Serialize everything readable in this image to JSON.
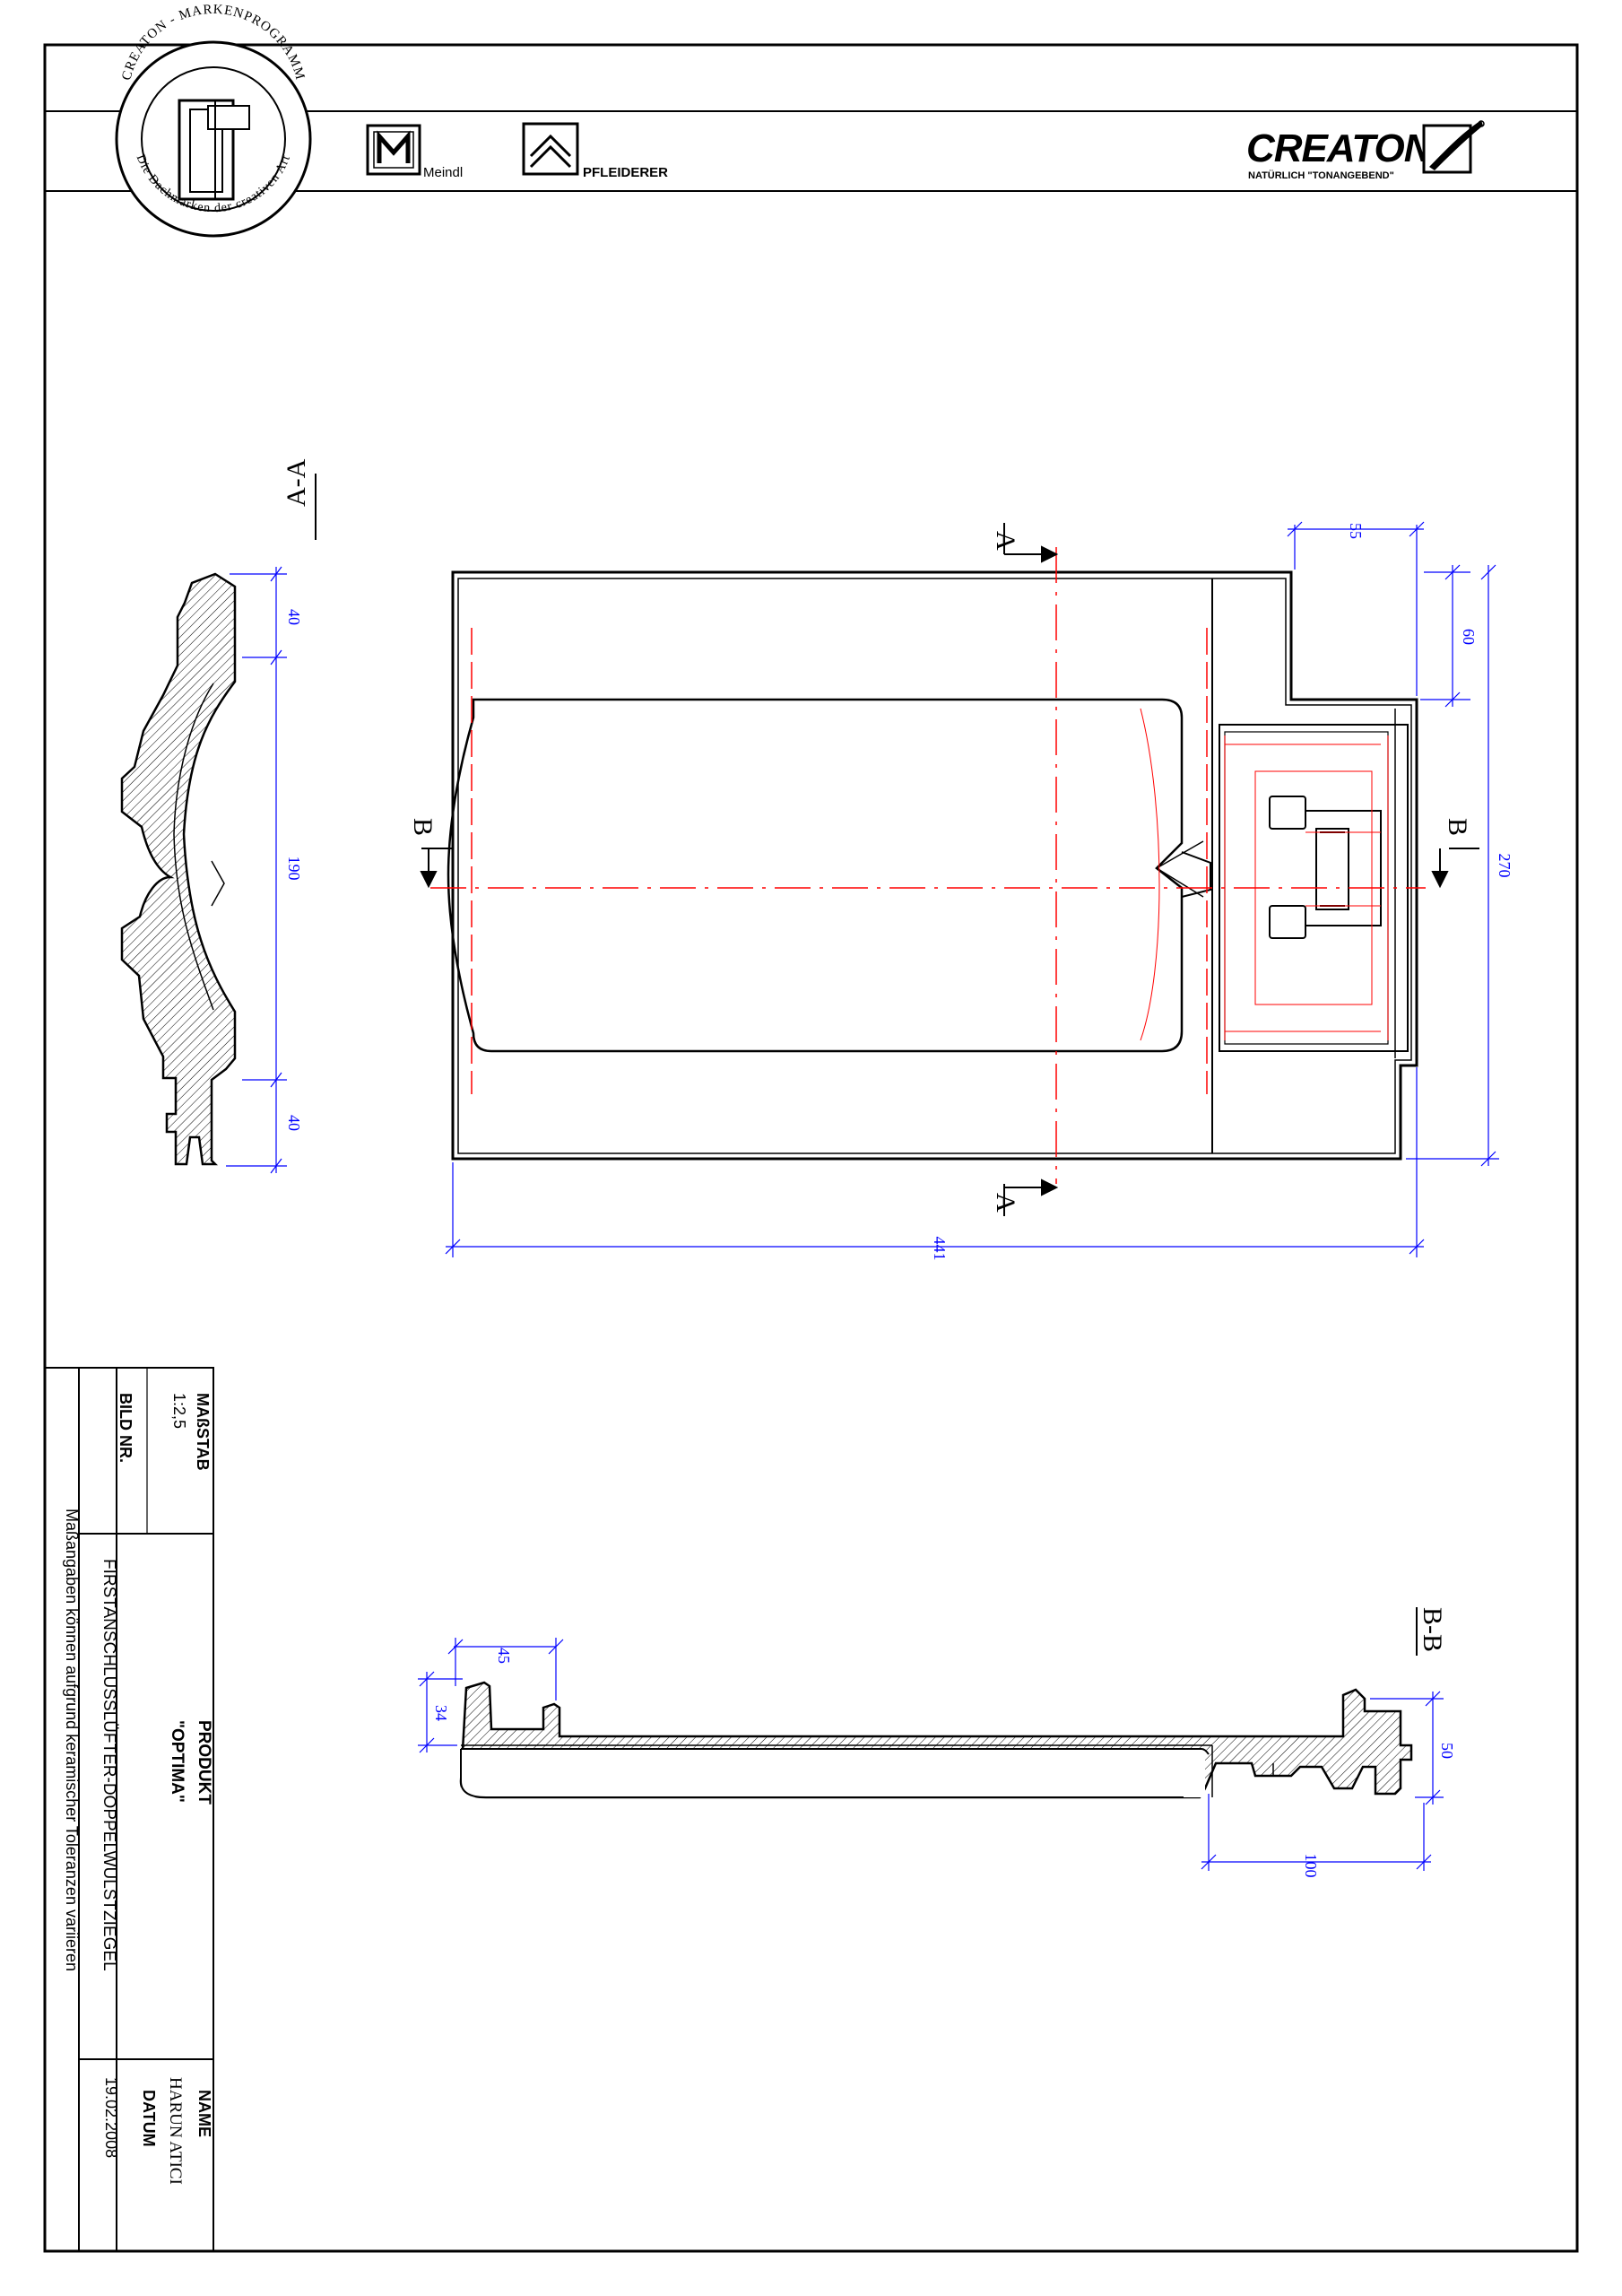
{
  "header": {
    "stamp_ring_top": "CREATON - MARKENPROGRAMM",
    "stamp_ring_bottom": "Die Dachmarken der creativen Art",
    "logo_meindl": "Meindl",
    "logo_pfleiderer": "PFLEIDERER",
    "brand": "CREATON",
    "brand_tagline": "NATÜRLICH \"TONANGEBEND\""
  },
  "sections": {
    "aa_title": "A-A",
    "bb_title": "B-B",
    "cut_a": "A",
    "cut_b": "B"
  },
  "dimensions": {
    "aa_top": "40",
    "aa_mid": "190",
    "aa_bottom": "40",
    "plan_55": "55",
    "plan_60": "60",
    "plan_270": "270",
    "plan_441": "441",
    "bb_45": "45",
    "bb_34": "34",
    "bb_50": "50",
    "bb_100": "100"
  },
  "title_block": {
    "massstab_label": "MAßSTAB",
    "massstab_value": "1:2,5",
    "bild_nr_label": "BILD NR.",
    "produkt_label": "PRODUKT",
    "produkt_value": "\"OPTIMA\"",
    "description": "FIRSTANSCHLUSSLÜFTER-DOPPELWULSTZIEGEL",
    "name_label": "NAME",
    "name_value": "HARUN  ATICI",
    "datum_label": "DATUM",
    "datum_value": "19.02.2008",
    "note": "Maßangaben  können  aufgrund  keramischer  Toleranzen  variieren"
  },
  "colors": {
    "line": "#000000",
    "dimension": "#0000ff",
    "centerline": "#ff0000"
  }
}
